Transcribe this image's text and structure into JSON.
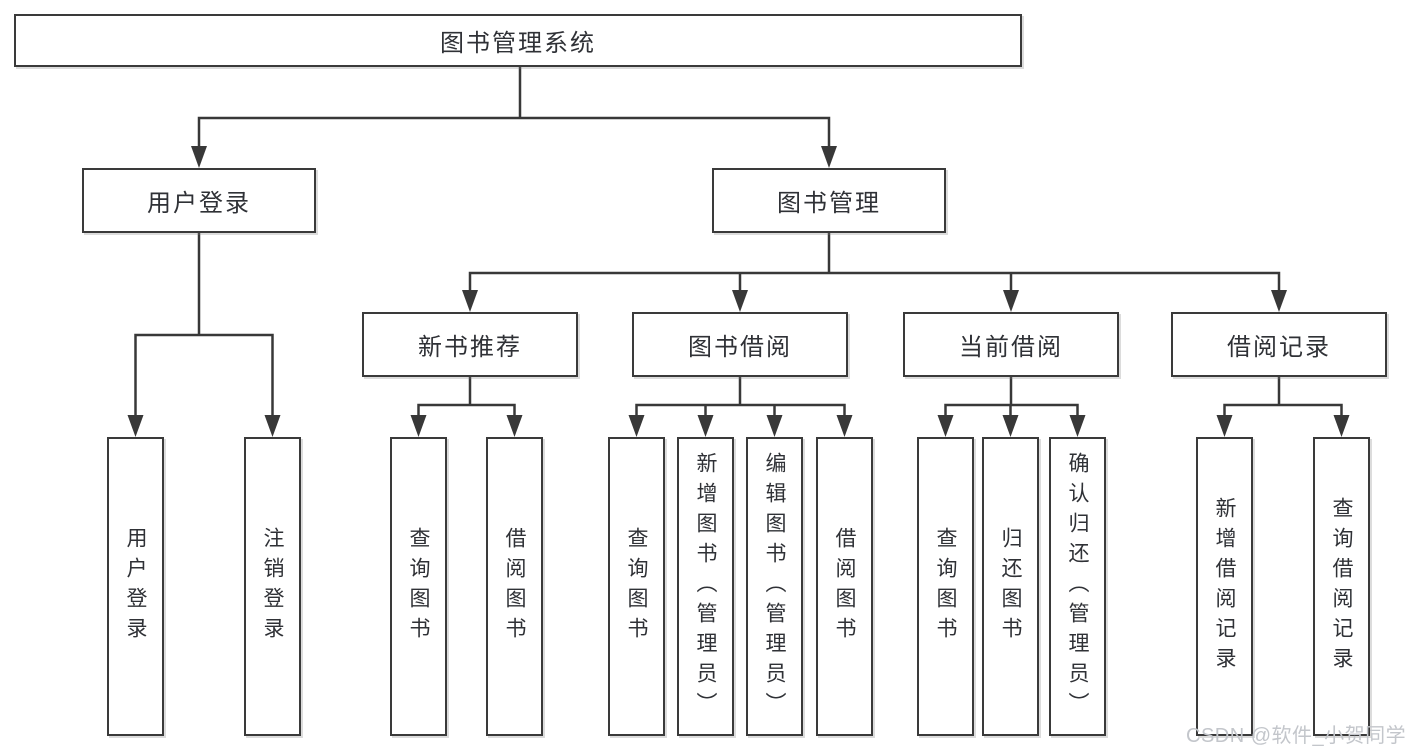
{
  "diagram": {
    "title": "图书管理系统",
    "branches": [
      {
        "label": "用户登录",
        "children": [
          {
            "label": "用户登录"
          },
          {
            "label": "注销登录"
          }
        ]
      },
      {
        "label": "图书管理",
        "children": [
          {
            "label": "新书推荐",
            "children": [
              {
                "label": "查询图书"
              },
              {
                "label": "借阅图书"
              }
            ]
          },
          {
            "label": "图书借阅",
            "children": [
              {
                "label": "查询图书"
              },
              {
                "label": "新增图书（管理员）"
              },
              {
                "label": "编辑图书（管理员）"
              },
              {
                "label": "借阅图书"
              }
            ]
          },
          {
            "label": "当前借阅",
            "children": [
              {
                "label": "查询图书"
              },
              {
                "label": "归还图书"
              },
              {
                "label": "确认归还（管理员）"
              }
            ]
          },
          {
            "label": "借阅记录",
            "children": [
              {
                "label": "新增借阅记录"
              },
              {
                "label": "查询借阅记录"
              }
            ]
          }
        ]
      }
    ]
  },
  "watermark": "CSDN @软件_小贺同学",
  "colors": {
    "line": "#383838",
    "text": "#2f3136",
    "watermark": "#c3c6cb",
    "background": "#ffffff"
  }
}
